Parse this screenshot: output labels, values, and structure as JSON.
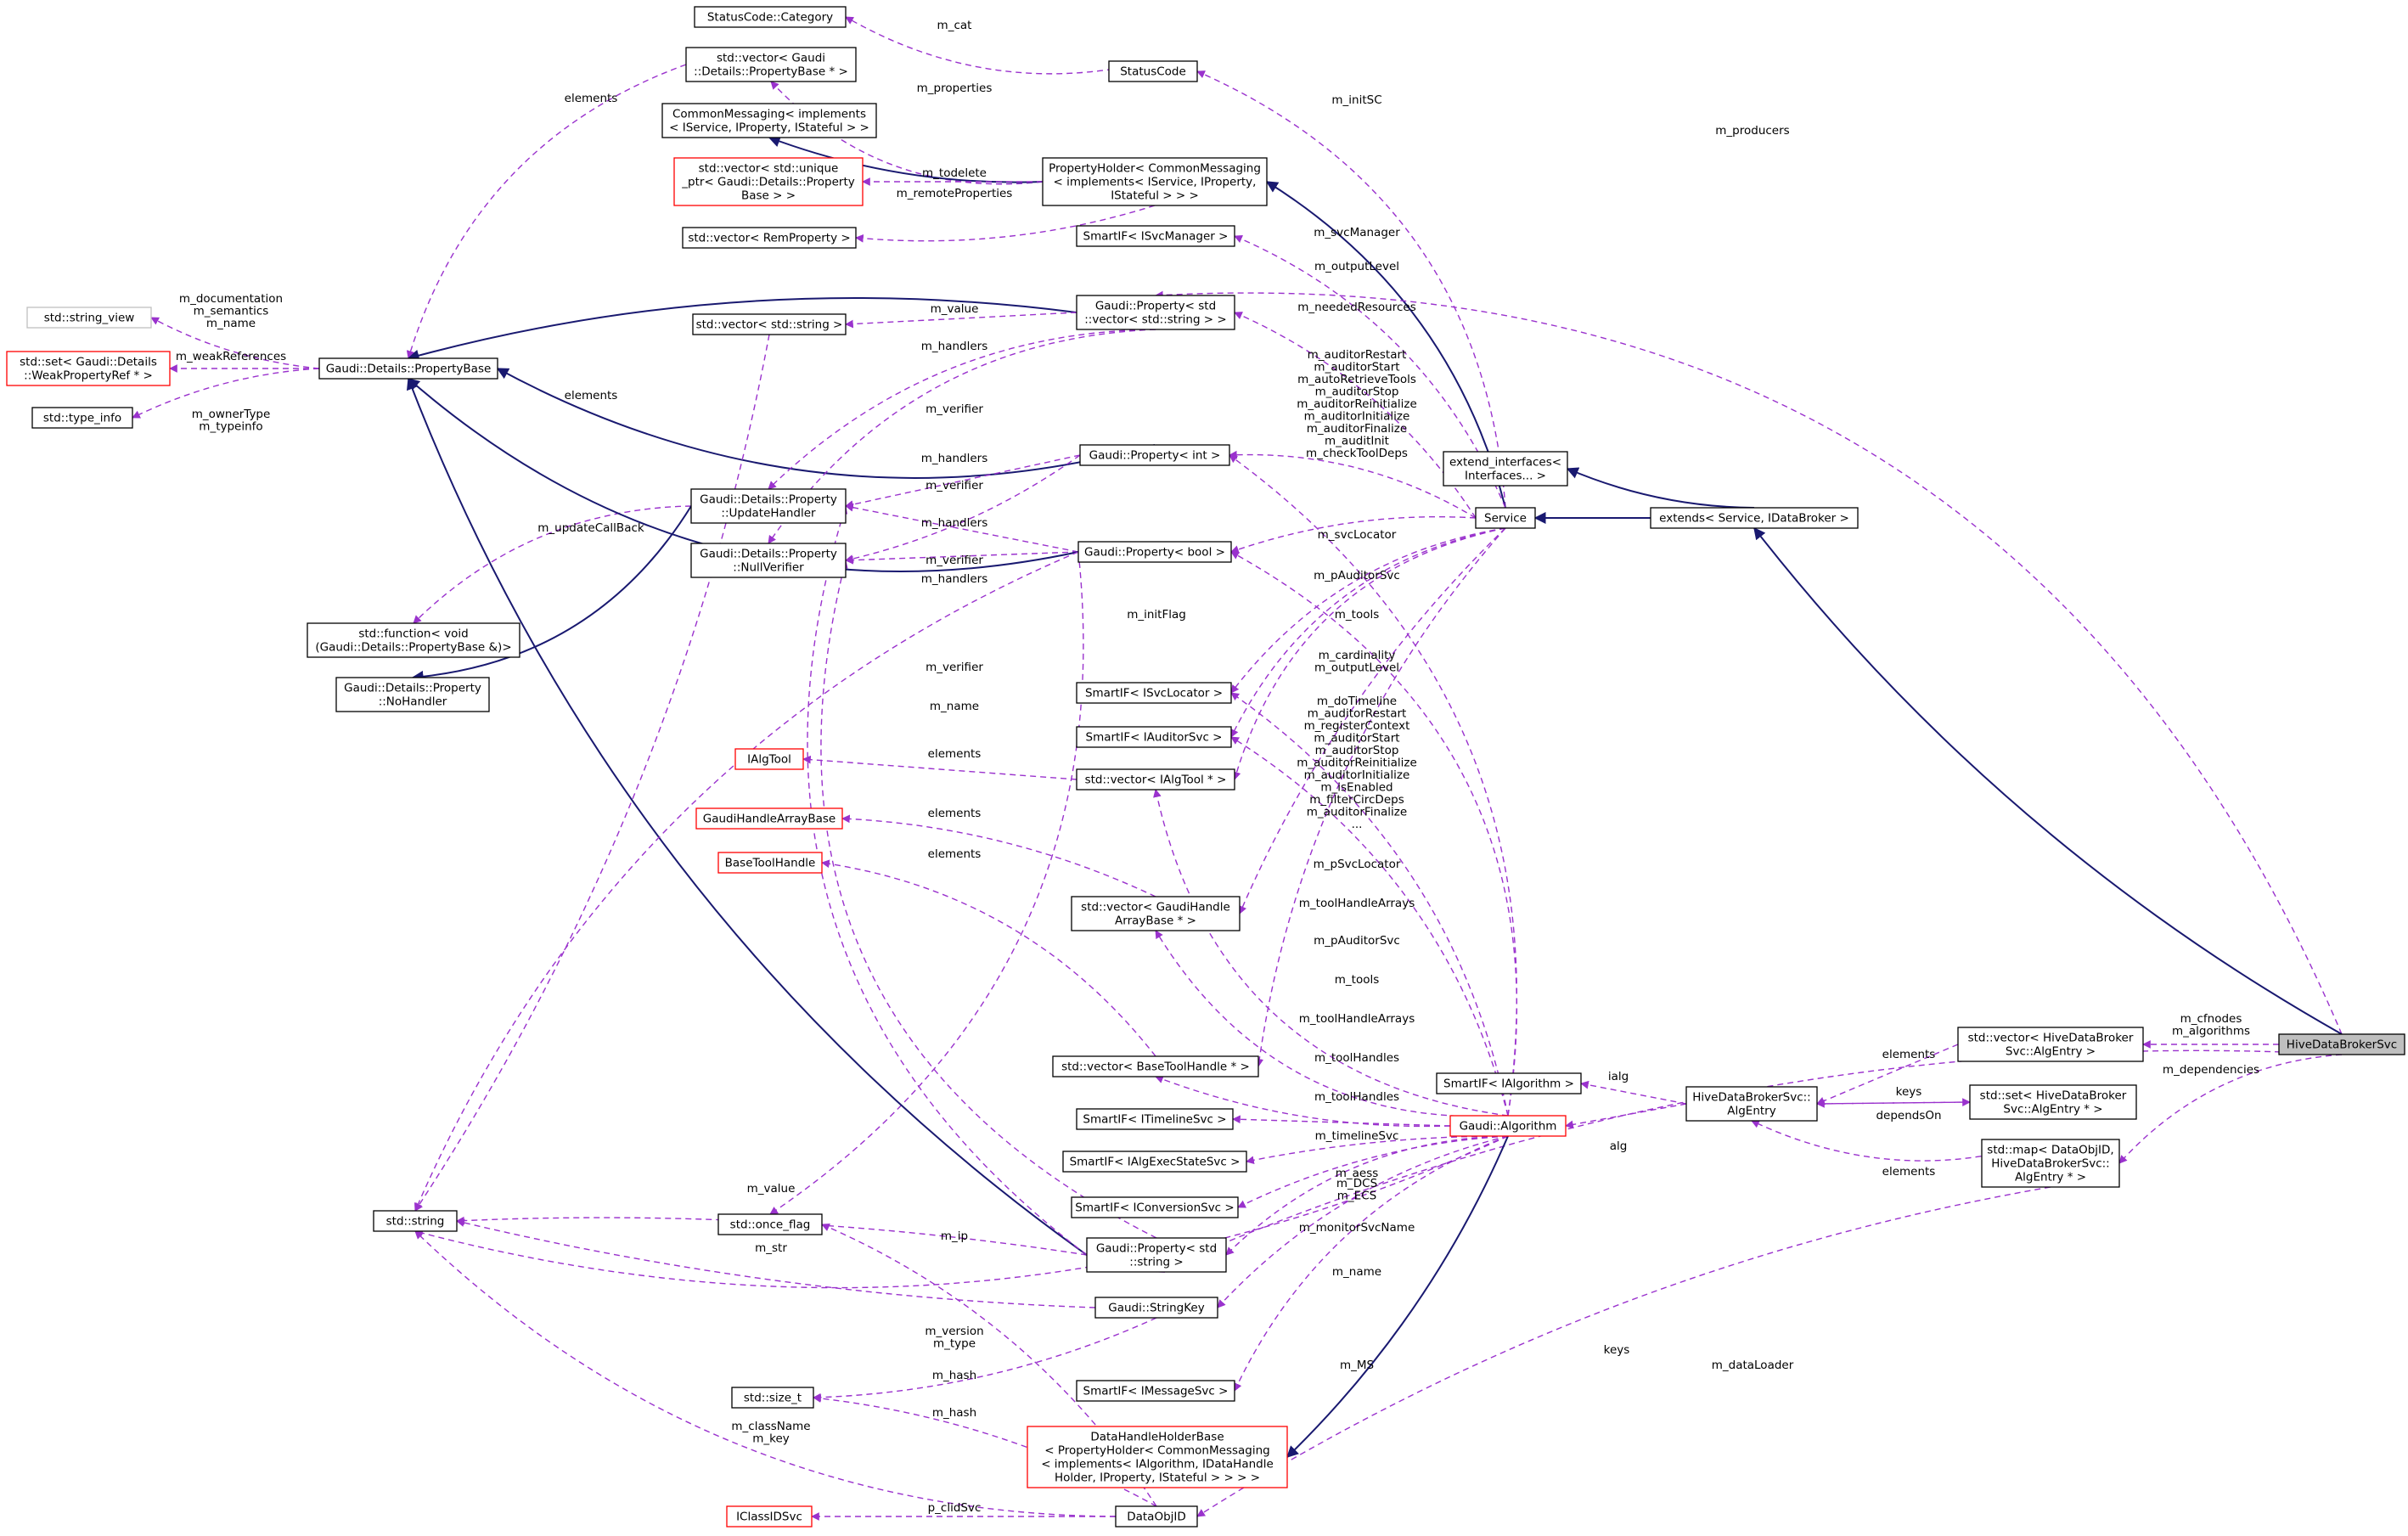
{
  "colors": {
    "inheritance": "#191970",
    "usage": "#9a32cd",
    "node_border_normal": "#000000",
    "node_border_truncated": "#ff0000",
    "node_border_undocumented": "#bfbfbf",
    "focus_fill": "#bfbfbf"
  },
  "nodes": [
    {
      "id": "statuscode_category",
      "lines": [
        "StatusCode::Category"
      ],
      "kind": "normal"
    },
    {
      "id": "vec_propbase",
      "lines": [
        "std::vector< Gaudi",
        "::Details::PropertyBase * >"
      ],
      "kind": "normal"
    },
    {
      "id": "statuscode",
      "lines": [
        "StatusCode"
      ],
      "kind": "normal"
    },
    {
      "id": "commonmsg",
      "lines": [
        "CommonMessaging< implements",
        "< IService, IProperty, IStateful > >"
      ],
      "kind": "normal"
    },
    {
      "id": "vec_unique",
      "lines": [
        "std::vector< std::unique",
        "_ptr< Gaudi::Details::Property",
        "Base > >"
      ],
      "kind": "truncated"
    },
    {
      "id": "propholder",
      "lines": [
        "PropertyHolder< CommonMessaging",
        "< implements< IService, IProperty,",
        "IStateful > > >"
      ],
      "kind": "normal"
    },
    {
      "id": "vec_remote",
      "lines": [
        "std::vector< RemProperty >"
      ],
      "kind": "normal"
    },
    {
      "id": "smart_svcmgr",
      "lines": [
        "SmartIF< ISvcManager >"
      ],
      "kind": "normal"
    },
    {
      "id": "string_view",
      "lines": [
        "std::string_view"
      ],
      "kind": "undocumented"
    },
    {
      "id": "set_weakref",
      "lines": [
        "std::set< Gaudi::Details",
        "::WeakPropertyRef * >"
      ],
      "kind": "truncated"
    },
    {
      "id": "type_info",
      "lines": [
        "std::type_info"
      ],
      "kind": "normal"
    },
    {
      "id": "propbase",
      "lines": [
        "Gaudi::Details::PropertyBase"
      ],
      "kind": "normal"
    },
    {
      "id": "vec_string",
      "lines": [
        "std::vector< std::string >"
      ],
      "kind": "normal"
    },
    {
      "id": "prop_vecstring",
      "lines": [
        "Gaudi::Property< std",
        "::vector< std::string > >"
      ],
      "kind": "normal"
    },
    {
      "id": "updatehandler",
      "lines": [
        "Gaudi::Details::Property",
        "::UpdateHandler"
      ],
      "kind": "normal"
    },
    {
      "id": "nullverifier",
      "lines": [
        "Gaudi::Details::Property",
        "::NullVerifier"
      ],
      "kind": "normal"
    },
    {
      "id": "prop_int",
      "lines": [
        "Gaudi::Property< int >"
      ],
      "kind": "normal"
    },
    {
      "id": "prop_bool",
      "lines": [
        "Gaudi::Property< bool >"
      ],
      "kind": "normal"
    },
    {
      "id": "ext_ifaces",
      "lines": [
        "extend_interfaces<",
        "Interfaces... >"
      ],
      "kind": "normal"
    },
    {
      "id": "service",
      "lines": [
        "Service"
      ],
      "kind": "normal"
    },
    {
      "id": "extends",
      "lines": [
        "extends< Service, IDataBroker >"
      ],
      "kind": "normal"
    },
    {
      "id": "std_function",
      "lines": [
        "std::function< void",
        "(Gaudi::Details::PropertyBase &)>"
      ],
      "kind": "normal"
    },
    {
      "id": "nohandler",
      "lines": [
        "Gaudi::Details::Property",
        "::NoHandler"
      ],
      "kind": "normal"
    },
    {
      "id": "smart_svcloc",
      "lines": [
        "SmartIF< ISvcLocator >"
      ],
      "kind": "normal"
    },
    {
      "id": "smart_auditor",
      "lines": [
        "SmartIF< IAuditorSvc >"
      ],
      "kind": "normal"
    },
    {
      "id": "ialgtool",
      "lines": [
        "IAlgTool"
      ],
      "kind": "truncated"
    },
    {
      "id": "vec_ialgtool",
      "lines": [
        "std::vector< IAlgTool * >"
      ],
      "kind": "normal"
    },
    {
      "id": "gh_arraybase",
      "lines": [
        "GaudiHandleArrayBase"
      ],
      "kind": "truncated"
    },
    {
      "id": "basetoolhandle",
      "lines": [
        "BaseToolHandle"
      ],
      "kind": "truncated"
    },
    {
      "id": "vec_gharray",
      "lines": [
        "std::vector< GaudiHandle",
        "ArrayBase * >"
      ],
      "kind": "normal"
    },
    {
      "id": "vec_basetool",
      "lines": [
        "std::vector< BaseToolHandle * >"
      ],
      "kind": "normal"
    },
    {
      "id": "smart_ialg",
      "lines": [
        "SmartIF< IAlgorithm >"
      ],
      "kind": "normal"
    },
    {
      "id": "smart_timeline",
      "lines": [
        "SmartIF< ITimelineSvc >"
      ],
      "kind": "normal"
    },
    {
      "id": "algorithm",
      "lines": [
        "Gaudi::Algorithm"
      ],
      "kind": "truncated"
    },
    {
      "id": "algentry",
      "lines": [
        "HiveDataBrokerSvc::",
        "AlgEntry"
      ],
      "kind": "normal"
    },
    {
      "id": "vec_algentry",
      "lines": [
        "std::vector< HiveDataBroker",
        "Svc::AlgEntry >"
      ],
      "kind": "normal"
    },
    {
      "id": "hive",
      "lines": [
        "HiveDataBrokerSvc"
      ],
      "kind": "focus"
    },
    {
      "id": "set_algentry",
      "lines": [
        "std::set< HiveDataBroker",
        "Svc::AlgEntry * >"
      ],
      "kind": "normal"
    },
    {
      "id": "smart_aess",
      "lines": [
        "SmartIF< IAlgExecStateSvc >"
      ],
      "kind": "normal"
    },
    {
      "id": "map_dataobj",
      "lines": [
        "std::map< DataObjID,",
        "HiveDataBrokerSvc::",
        "AlgEntry * >"
      ],
      "kind": "normal"
    },
    {
      "id": "smart_conv",
      "lines": [
        "SmartIF< IConversionSvc >"
      ],
      "kind": "normal"
    },
    {
      "id": "std_string",
      "lines": [
        "std::string"
      ],
      "kind": "normal"
    },
    {
      "id": "once_flag",
      "lines": [
        "std::once_flag"
      ],
      "kind": "normal"
    },
    {
      "id": "prop_string",
      "lines": [
        "Gaudi::Property< std",
        "::string >"
      ],
      "kind": "normal"
    },
    {
      "id": "stringkey",
      "lines": [
        "Gaudi::StringKey"
      ],
      "kind": "normal"
    },
    {
      "id": "size_t",
      "lines": [
        "std::size_t"
      ],
      "kind": "normal"
    },
    {
      "id": "smart_msg",
      "lines": [
        "SmartIF< IMessageSvc >"
      ],
      "kind": "normal"
    },
    {
      "id": "dhholder",
      "lines": [
        "DataHandleHolderBase",
        "< PropertyHolder< CommonMessaging",
        "< implements< IAlgorithm, IDataHandle",
        "Holder, IProperty, IStateful > > > >"
      ],
      "kind": "truncated"
    },
    {
      "id": "iclassid",
      "lines": [
        "IClassIDSvc"
      ],
      "kind": "truncated"
    },
    {
      "id": "dataobjid",
      "lines": [
        "DataObjID"
      ],
      "kind": "normal"
    }
  ],
  "edge_labels": [
    {
      "id": "l_cat",
      "lines": [
        "m_cat"
      ]
    },
    {
      "id": "l_props",
      "lines": [
        "m_properties"
      ]
    },
    {
      "id": "l_elements1",
      "lines": [
        "elements"
      ]
    },
    {
      "id": "l_initsc",
      "lines": [
        "m_initSC"
      ]
    },
    {
      "id": "l_producers",
      "lines": [
        "m_producers"
      ]
    },
    {
      "id": "l_todelete",
      "lines": [
        "m_todelete"
      ]
    },
    {
      "id": "l_remote",
      "lines": [
        "m_remoteProperties"
      ]
    },
    {
      "id": "l_svcmgr",
      "lines": [
        "m_svcManager"
      ]
    },
    {
      "id": "l_outlvl",
      "lines": [
        "m_outputLevel"
      ]
    },
    {
      "id": "l_doc",
      "lines": [
        "m_documentation",
        "m_semantics",
        "m_name"
      ]
    },
    {
      "id": "l_value1",
      "lines": [
        "m_value"
      ]
    },
    {
      "id": "l_needed",
      "lines": [
        "m_neededResources"
      ]
    },
    {
      "id": "l_weak",
      "lines": [
        "m_weakReferences"
      ]
    },
    {
      "id": "l_handlers1",
      "lines": [
        "m_handlers"
      ]
    },
    {
      "id": "l_owner",
      "lines": [
        "m_ownerType",
        "m_typeinfo"
      ]
    },
    {
      "id": "l_auditors",
      "lines": [
        "m_auditorRestart",
        "m_auditorStart",
        "m_autoRetrieveTools",
        "m_auditorStop",
        "m_auditorReinitialize",
        "m_auditorInitialize",
        "m_auditorFinalize",
        "m_auditInit",
        "m_checkToolDeps"
      ]
    },
    {
      "id": "l_elements2",
      "lines": [
        "elements"
      ]
    },
    {
      "id": "l_verifier1",
      "lines": [
        "m_verifier"
      ]
    },
    {
      "id": "l_handlers2",
      "lines": [
        "m_handlers"
      ]
    },
    {
      "id": "l_verifier2",
      "lines": [
        "m_verifier"
      ]
    },
    {
      "id": "l_updcb",
      "lines": [
        "m_updateCallBack"
      ]
    },
    {
      "id": "l_handlers3",
      "lines": [
        "m_handlers"
      ]
    },
    {
      "id": "l_svcloc",
      "lines": [
        "m_svcLocator"
      ]
    },
    {
      "id": "l_verifier3",
      "lines": [
        "m_verifier"
      ]
    },
    {
      "id": "l_handlers4",
      "lines": [
        "m_handlers"
      ]
    },
    {
      "id": "l_pauditor1",
      "lines": [
        "m_pAuditorSvc"
      ]
    },
    {
      "id": "l_initflag",
      "lines": [
        "m_initFlag"
      ]
    },
    {
      "id": "l_tools1",
      "lines": [
        "m_tools"
      ]
    },
    {
      "id": "l_verifier4",
      "lines": [
        "m_verifier"
      ]
    },
    {
      "id": "l_cardinality",
      "lines": [
        "m_cardinality",
        "m_outputLevel"
      ]
    },
    {
      "id": "l_name1",
      "lines": [
        "m_name"
      ]
    },
    {
      "id": "l_algflags",
      "lines": [
        "m_doTimeline",
        "m_auditorRestart",
        "m_registerContext",
        "m_auditorStart",
        "m_auditorStop",
        "m_auditorReinitialize",
        "m_auditorInitialize",
        "m_isEnabled",
        "m_filterCircDeps",
        "m_auditorFinalize",
        "..."
      ]
    },
    {
      "id": "l_elements3",
      "lines": [
        "elements"
      ]
    },
    {
      "id": "l_elements4",
      "lines": [
        "elements"
      ]
    },
    {
      "id": "l_elements5",
      "lines": [
        "elements"
      ]
    },
    {
      "id": "l_psvcloc",
      "lines": [
        "m_pSvcLocator"
      ]
    },
    {
      "id": "l_toolharr1",
      "lines": [
        "m_toolHandleArrays"
      ]
    },
    {
      "id": "l_pauditor2",
      "lines": [
        "m_pAuditorSvc"
      ]
    },
    {
      "id": "l_tools2",
      "lines": [
        "m_tools"
      ]
    },
    {
      "id": "l_toolharr2",
      "lines": [
        "m_toolHandleArrays"
      ]
    },
    {
      "id": "l_cfnodes",
      "lines": [
        "m_cfnodes",
        "m_algorithms"
      ]
    },
    {
      "id": "l_toolh1",
      "lines": [
        "m_toolHandles"
      ]
    },
    {
      "id": "l_deps",
      "lines": [
        "m_dependencies"
      ]
    },
    {
      "id": "l_elements6",
      "lines": [
        "elements"
      ]
    },
    {
      "id": "l_ialg",
      "lines": [
        "ialg"
      ]
    },
    {
      "id": "l_keys1",
      "lines": [
        "keys"
      ]
    },
    {
      "id": "l_toolh2",
      "lines": [
        "m_toolHandles"
      ]
    },
    {
      "id": "l_alg",
      "lines": [
        "alg"
      ]
    },
    {
      "id": "l_dependson",
      "lines": [
        "dependsOn"
      ]
    },
    {
      "id": "l_timeline",
      "lines": [
        "m_timelineSvc"
      ]
    },
    {
      "id": "l_elements7",
      "lines": [
        "elements"
      ]
    },
    {
      "id": "l_aess",
      "lines": [
        "m_aess"
      ]
    },
    {
      "id": "l_dcs",
      "lines": [
        "m_DCS",
        "m_ECS"
      ]
    },
    {
      "id": "l_value2",
      "lines": [
        "m_value"
      ]
    },
    {
      "id": "l_ip",
      "lines": [
        "m_ip"
      ]
    },
    {
      "id": "l_monitor",
      "lines": [
        "m_monitorSvcName"
      ]
    },
    {
      "id": "l_str",
      "lines": [
        "m_str"
      ]
    },
    {
      "id": "l_name2",
      "lines": [
        "m_name"
      ]
    },
    {
      "id": "l_version",
      "lines": [
        "m_version",
        "m_type"
      ]
    },
    {
      "id": "l_keys2",
      "lines": [
        "keys"
      ]
    },
    {
      "id": "l_dataloader",
      "lines": [
        "m_dataLoader"
      ]
    },
    {
      "id": "l_ms",
      "lines": [
        "m_MS"
      ]
    },
    {
      "id": "l_hash1",
      "lines": [
        "m_hash"
      ]
    },
    {
      "id": "l_hash2",
      "lines": [
        "m_hash"
      ]
    },
    {
      "id": "l_classname",
      "lines": [
        "m_className",
        "m_key"
      ]
    },
    {
      "id": "l_clidsvc",
      "lines": [
        "p_clidSvc"
      ]
    }
  ]
}
